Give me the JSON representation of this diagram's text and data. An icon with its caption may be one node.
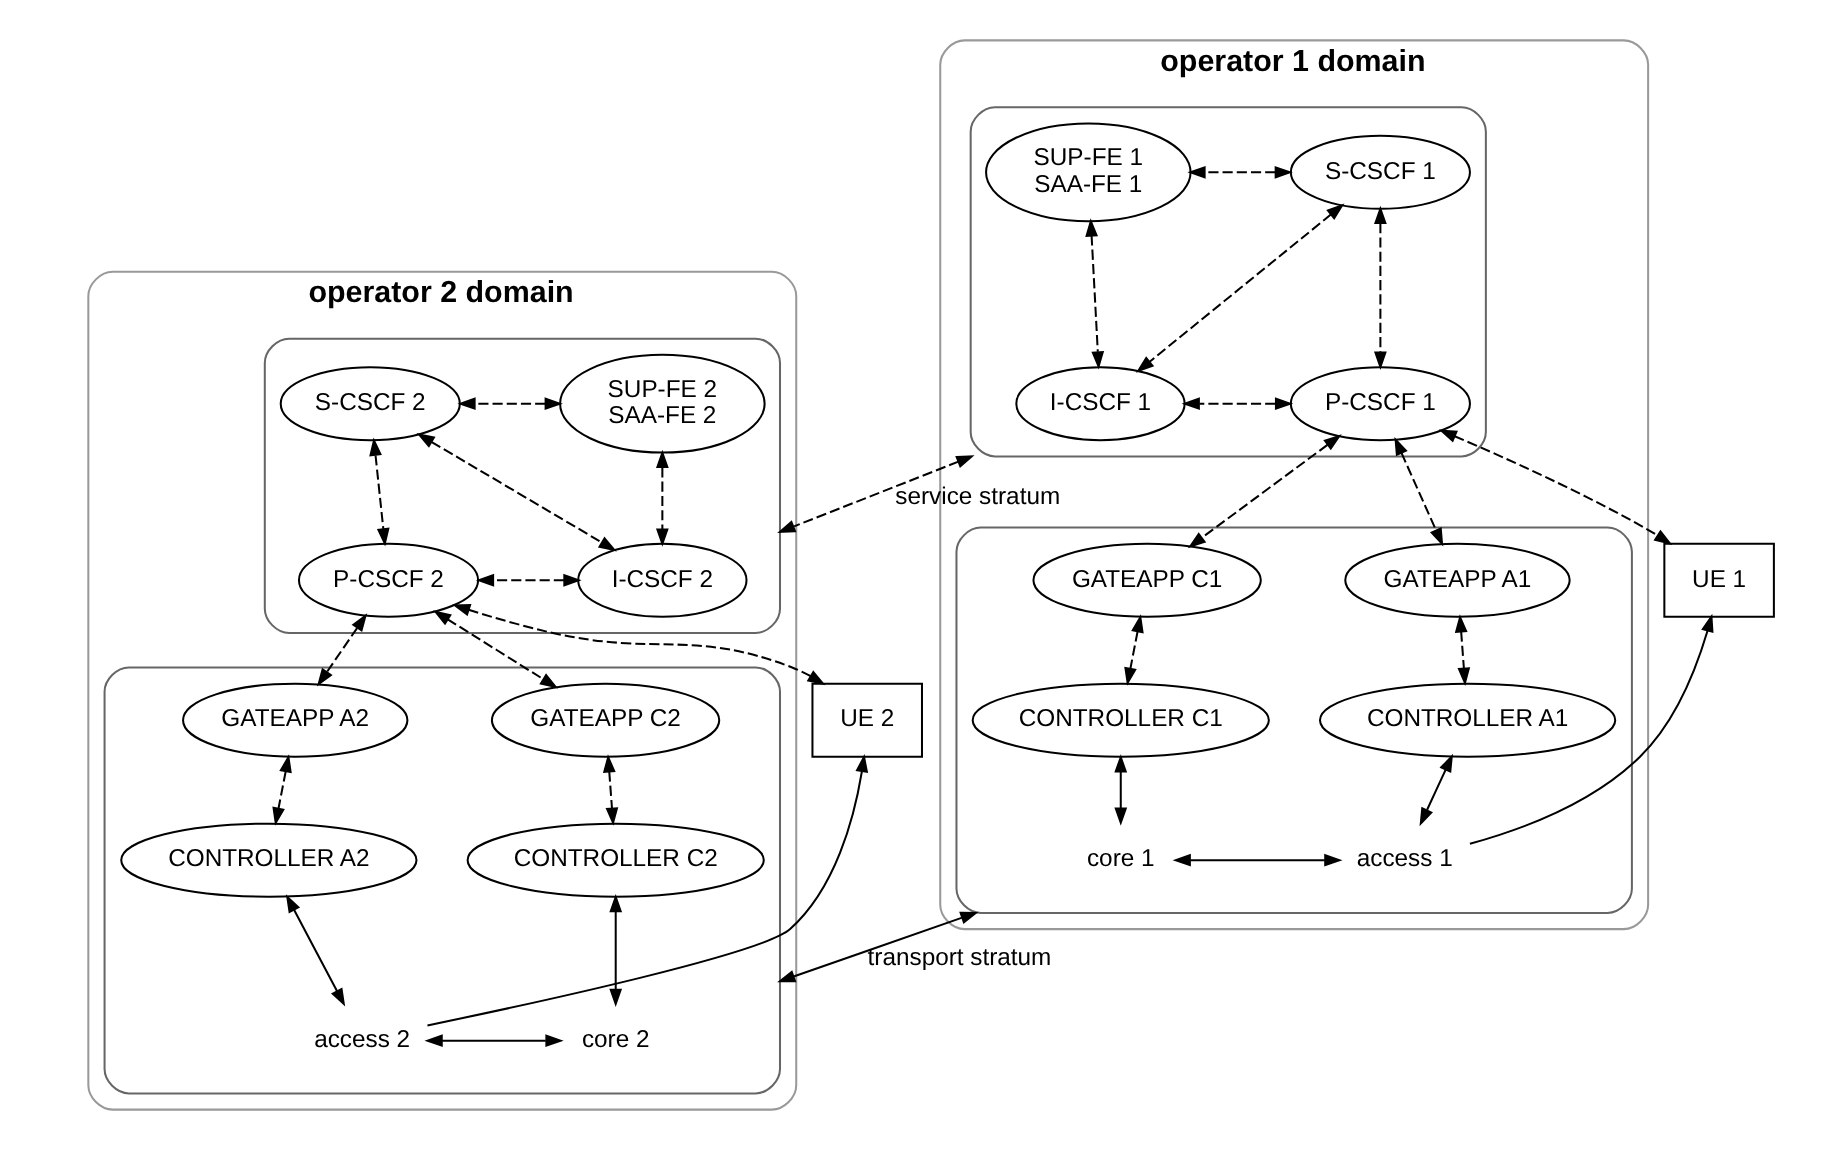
{
  "diagram": {
    "nodes": [
      {
        "text": [
          "operator 1 domain"
        ]
      },
      {
        "text": [],
        "shape": "box",
        "in": 0
      },
      {
        "text": [
          "S-CSCF 1"
        ],
        "in": 1
      },
      {
        "text": [
          "SUP-FE 1",
          "SAA-FE 1"
        ],
        "in": 1
      },
      {
        "text": [
          "P-CSCF 1"
        ],
        "in": 1
      },
      {
        "text": [
          "I-CSCF 1"
        ],
        "in": 1
      },
      {
        "text": [],
        "shape": "box",
        "in": 0
      },
      {
        "text": [
          "GATEAPP A1"
        ],
        "in": 6
      },
      {
        "text": [
          "GATEAPP C1"
        ],
        "in": 6
      },
      {
        "text": [
          "CONTROLLER A1"
        ],
        "in": 6
      },
      {
        "text": [
          "CONTROLLER C1"
        ],
        "in": 6
      },
      {
        "text": [
          "access 1"
        ],
        "in": 6
      },
      {
        "text": [
          "core 1"
        ],
        "in": 6
      },
      {
        "text": [
          "operator 2 domain"
        ]
      },
      {
        "text": [],
        "shape": "box",
        "in": 13
      },
      {
        "text": [
          "SUP-FE 2",
          "SAA-FE 2"
        ],
        "in": 14
      },
      {
        "text": [
          "S-CSCF 2"
        ],
        "in": 14
      },
      {
        "text": [
          "I-CSCF 2"
        ],
        "in": 14
      },
      {
        "text": [
          "P-CSCF 2"
        ],
        "in": 14
      },
      {
        "text": [],
        "shape": "box",
        "in": 13
      },
      {
        "text": [
          "GATEAPP C2"
        ],
        "in": 19
      },
      {
        "text": [
          "GATEAPP A2"
        ],
        "in": 19
      },
      {
        "text": [
          "CONTROLLER C2"
        ],
        "in": 19
      },
      {
        "text": [
          "CONTROLLER A2"
        ],
        "in": 19
      },
      {
        "text": [
          "core 2"
        ],
        "in": 19
      },
      {
        "text": [
          "access 2"
        ],
        "in": 19
      },
      {
        "text": [
          "UE 1"
        ]
      },
      {
        "text": [
          "UE 2"
        ]
      }
    ],
    "edges": [
      {
        "from": 2,
        "to": 3,
        "arrow": "both",
        "style": "dashed"
      },
      {
        "from": 2,
        "to": 4,
        "arrow": "both",
        "style": "dashed"
      },
      {
        "from": 2,
        "to": 5,
        "arrow": "both",
        "style": "dashed"
      },
      {
        "from": 3,
        "to": 5,
        "arrow": "both",
        "style": "dashed"
      },
      {
        "from": 4,
        "to": 5,
        "arrow": "both",
        "style": "dashed"
      },
      {
        "from": 4,
        "to": 26,
        "arrow": "both",
        "style": "dashed"
      },
      {
        "from": 4,
        "to": 7,
        "arrow": "both",
        "style": "dashed"
      },
      {
        "from": 4,
        "to": 8,
        "arrow": "both",
        "style": "dashed"
      },
      {
        "from": 7,
        "to": 9,
        "arrow": "both",
        "style": "dashed"
      },
      {
        "from": 8,
        "to": 10,
        "arrow": "both",
        "style": "dashed"
      },
      {
        "from": 9,
        "to": 11,
        "arrow": "both"
      },
      {
        "from": 10,
        "to": 12,
        "arrow": "both"
      },
      {
        "from": 11,
        "to": 12,
        "arrow": "both"
      },
      {
        "from": 11,
        "to": 26,
        "arrow": "to"
      },
      {
        "from": 1,
        "to": 14,
        "arrow": "both",
        "style": "dashed",
        "label": "service stratum"
      },
      {
        "from": 6,
        "to": 19,
        "arrow": "both",
        "label": "transport stratum"
      },
      {
        "from": 15,
        "to": 16,
        "arrow": "both",
        "style": "dashed"
      },
      {
        "from": 15,
        "to": 17,
        "arrow": "both",
        "style": "dashed"
      },
      {
        "from": 16,
        "to": 17,
        "arrow": "both",
        "style": "dashed"
      },
      {
        "from": 16,
        "to": 18,
        "arrow": "both",
        "style": "dashed"
      },
      {
        "from": 17,
        "to": 18,
        "arrow": "both",
        "style": "dashed"
      },
      {
        "from": 18,
        "to": 20,
        "arrow": "both",
        "style": "dashed"
      },
      {
        "from": 18,
        "to": 21,
        "arrow": "both",
        "style": "dashed"
      },
      {
        "from": 18,
        "to": 27,
        "arrow": "both",
        "style": "dashed"
      },
      {
        "from": 20,
        "to": 22,
        "arrow": "both",
        "style": "dashed"
      },
      {
        "from": 21,
        "to": 23,
        "arrow": "both",
        "style": "dashed"
      },
      {
        "from": 22,
        "to": 24,
        "arrow": "both"
      },
      {
        "from": 23,
        "to": 25,
        "arrow": "both"
      },
      {
        "from": 24,
        "to": 25,
        "arrow": "both"
      },
      {
        "from": 25,
        "to": 27,
        "arrow": "to"
      }
    ]
  }
}
